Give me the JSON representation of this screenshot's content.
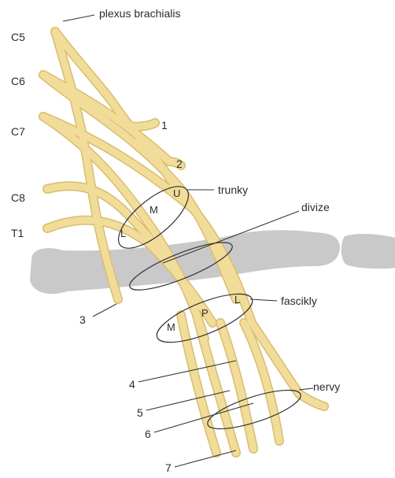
{
  "title": "plexus brachialis",
  "colors": {
    "nerve": "#f2dc9a",
    "nerve_edge": "#d8bd6d",
    "bone": "#c9c9c9",
    "line": "#333333"
  },
  "roots": [
    "C5",
    "C6",
    "C7",
    "C8",
    "T1"
  ],
  "groups": {
    "trunks": "trunky",
    "divisions": "divize",
    "cords": "fascikly",
    "nerves": "nervy"
  },
  "trunk_letters": {
    "upper": "U",
    "middle": "M",
    "lower": "L"
  },
  "cord_letters": {
    "lateral": "L",
    "posterior": "P",
    "medial": "M"
  },
  "numbers": [
    "1",
    "2",
    "3",
    "4",
    "5",
    "6",
    "7"
  ]
}
